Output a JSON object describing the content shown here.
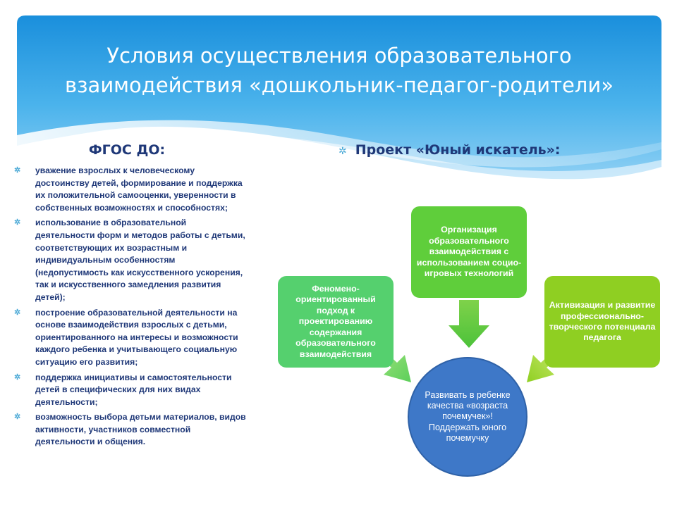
{
  "title_lines": [
    "Условия осуществления образовательного",
    "взаимодействия «дошкольник-педагог-родители»"
  ],
  "left_section": {
    "heading": "ФГОС ДО:",
    "bullet_symbol": "✲",
    "items": [
      "уважение взрослых к человеческому достоинству детей, формирование и поддержка их положительной самооценки, уверенности в собственных возможностях и способностях;",
      " использование в образовательной деятельности форм и методов работы с детьми, соответствующих их возрастным и индивидуальным особенностям (недопустимость как искусственного ускорения, так и искусственного замедления развития детей);",
      " построение образовательной деятельности на основе взаимодействия взрослых с детьми, ориентированного на интересы и возможности каждого ребенка и учитывающего социальную ситуацию его развития;",
      " поддержка инициативы и самостоятельности детей в специфических для них видах деятельности;",
      " возможность выбора детьми материалов, видов активности, участников совместной деятельности и общения."
    ]
  },
  "right_section": {
    "bullet_symbol": "✲",
    "heading": "Проект «Юный искатель»:"
  },
  "diagram": {
    "left_box": "Феномено-ориентированный подход к проектированию содержания образовательного взаимодействия",
    "top_box": "Организация образовательного взаимодействия с использованием социо-игровых технологий",
    "right_box": "Активизация и развитие профессионально-творческого потенциала педагога",
    "center_circle": "Развивать в ребенке качества «возраста почемучек»! Поддержать юного почемучку"
  },
  "colors": {
    "title_band_top": "#1a8fdc",
    "title_band_bottom": "#8fd0f4",
    "text_dark_blue": "#1f3878",
    "bullet_blue": "#4aa9d6",
    "box_left": "#55d06e",
    "box_top": "#5fce3b",
    "box_right": "#8fcf22",
    "circle": "#3e78c8"
  }
}
